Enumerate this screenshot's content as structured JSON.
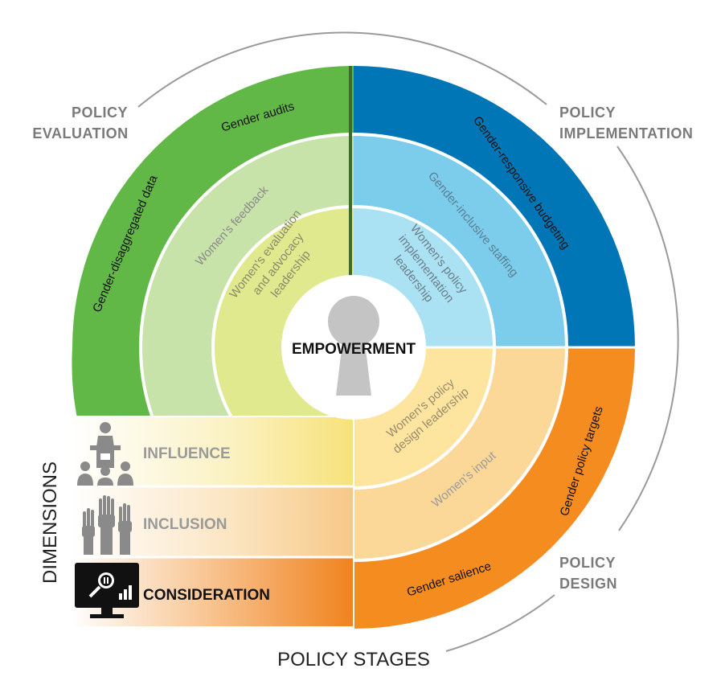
{
  "center": {
    "label": "EMPOWERMENT"
  },
  "stages": {
    "evaluation": {
      "line1": "POLICY",
      "line2": "EVALUATION"
    },
    "implementation": {
      "line1": "POLICY",
      "line2": "IMPLEMENTATION"
    },
    "design": {
      "line1": "POLICY",
      "line2": "DESIGN"
    }
  },
  "outer_ring": {
    "gender_audits": "Gender audits",
    "disaggregated_data": "Gender-disaggregated data",
    "responsive_budgeting": "Gender-responsive budgeting",
    "policy_targets": "Gender policy targets",
    "salience": "Gender salience"
  },
  "middle_ring": {
    "womens_feedback": "Women's feedback",
    "inclusive_staffing": "Gender-inclusive staffing",
    "womens_input": "Women's input"
  },
  "inner_ring": {
    "evaluation": [
      "Women's evaluation",
      "and advocacy",
      "leadership"
    ],
    "implementation": [
      "Women's policy",
      "implementation",
      "leadership"
    ],
    "design": [
      "Women's policy",
      "design leadership"
    ]
  },
  "dimensions": {
    "title": "DIMENSIONS",
    "influence": "INFLUENCE",
    "inclusion": "INCLUSION",
    "consideration": "CONSIDERATION"
  },
  "footer": {
    "policy_stages": "POLICY STAGES"
  },
  "colors": {
    "evaluation_outer": "#62b846",
    "evaluation_middle": "#c8e3a9",
    "evaluation_inner": "#e1e98f",
    "implementation_outer": "#0076b6",
    "implementation_middle": "#7ccdeb",
    "implementation_inner": "#aae2f4",
    "design_outer": "#f58c1f",
    "design_middle": "#fcd898",
    "design_inner": "#fde5a0",
    "consideration_band": "#f0821e",
    "label_grey": "#7a7a7a"
  },
  "icons": {
    "influence": "podium-audience-icon",
    "inclusion": "raised-hands-icon",
    "consideration": "monitor-magnifier-chart-icon",
    "center": "keyhole-icon"
  }
}
